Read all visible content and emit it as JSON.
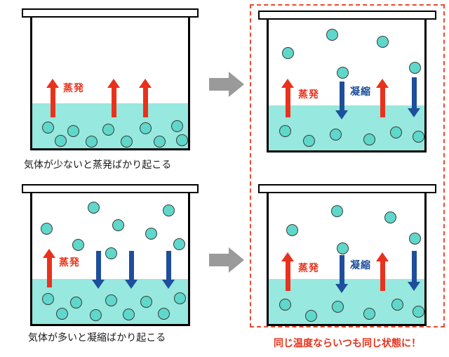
{
  "labels": {
    "evaporation": "蒸発",
    "condensation": "凝縮"
  },
  "captions": {
    "few_gas": "気体が少ないと蒸発ばかり起こる",
    "much_gas": "気体が多いと凝縮ばかり起こる",
    "equilibrium": "同じ温度ならいつも同じ状態に！"
  },
  "colors": {
    "liquid": "#97e8de",
    "molecule_fill": "#5fd8cb",
    "molecule_stroke": "#3a3a3a",
    "evaporation_red": "#e8321c",
    "condensation_blue": "#1d4f9c",
    "transition_gray": "#9a9a9a",
    "highlight_dashed_red": "#e84a33"
  }
}
